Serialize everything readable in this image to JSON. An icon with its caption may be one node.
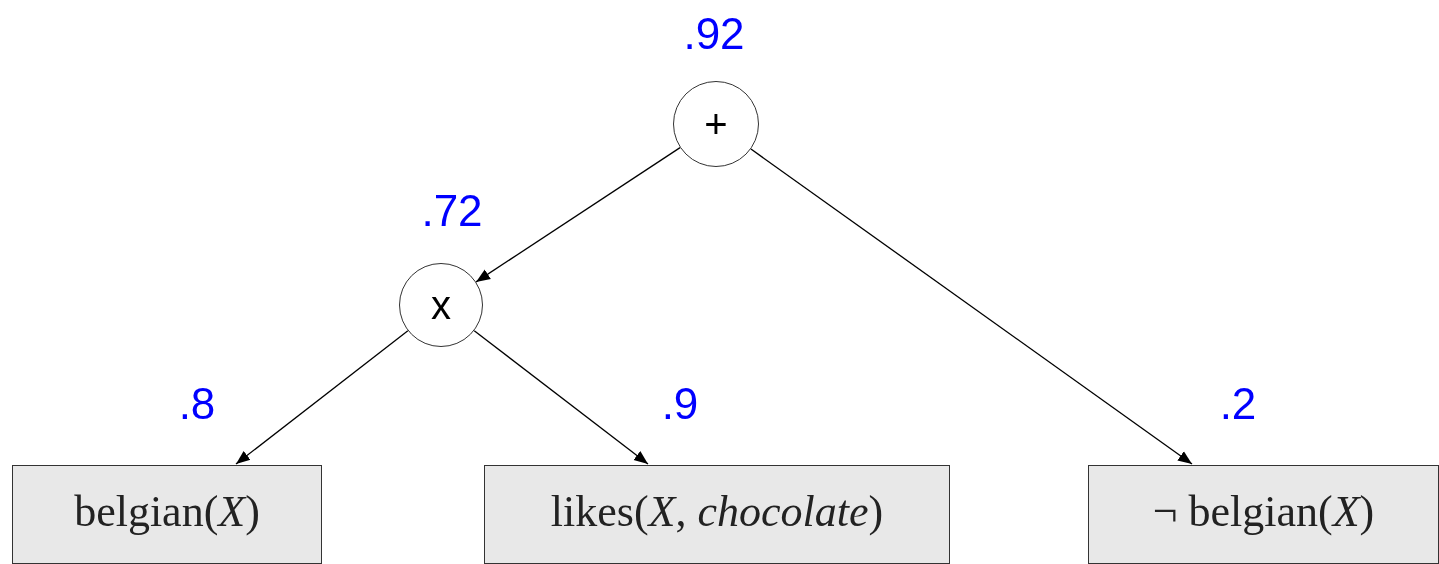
{
  "diagram": {
    "nodes": [
      {
        "text": [
          "+"
        ],
        "beside": [
          ".92"
        ]
      },
      {
        "text": [
          "x"
        ],
        "beside": [
          ".72"
        ]
      },
      {
        "text": [
          "belgian(*X*)"
        ],
        "beside": [
          ".8"
        ]
      },
      {
        "text": [
          "likes(*X*, *chocolate*)"
        ],
        "beside": [
          ".9"
        ]
      },
      {
        "text": [
          "¬ belgian(*X*)"
        ],
        "beside": [
          ".2"
        ]
      }
    ],
    "edges": [
      {
        "from": 0,
        "to": 1,
        "arrow": "to"
      },
      {
        "from": 1,
        "to": 2,
        "arrow": "to"
      },
      {
        "from": 1,
        "to": 3,
        "arrow": "to"
      },
      {
        "from": 0,
        "to": 4,
        "arrow": "to"
      }
    ]
  }
}
